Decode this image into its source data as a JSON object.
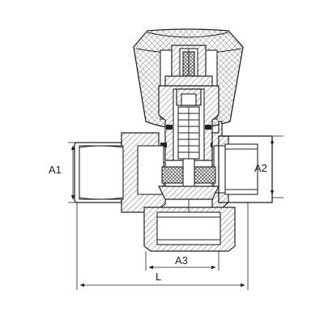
{
  "dimensions": {
    "a1": "A1",
    "a2": "A2",
    "a3": "A3",
    "l": "L"
  },
  "colors": {
    "line": "#222222",
    "background": "#ffffff"
  }
}
